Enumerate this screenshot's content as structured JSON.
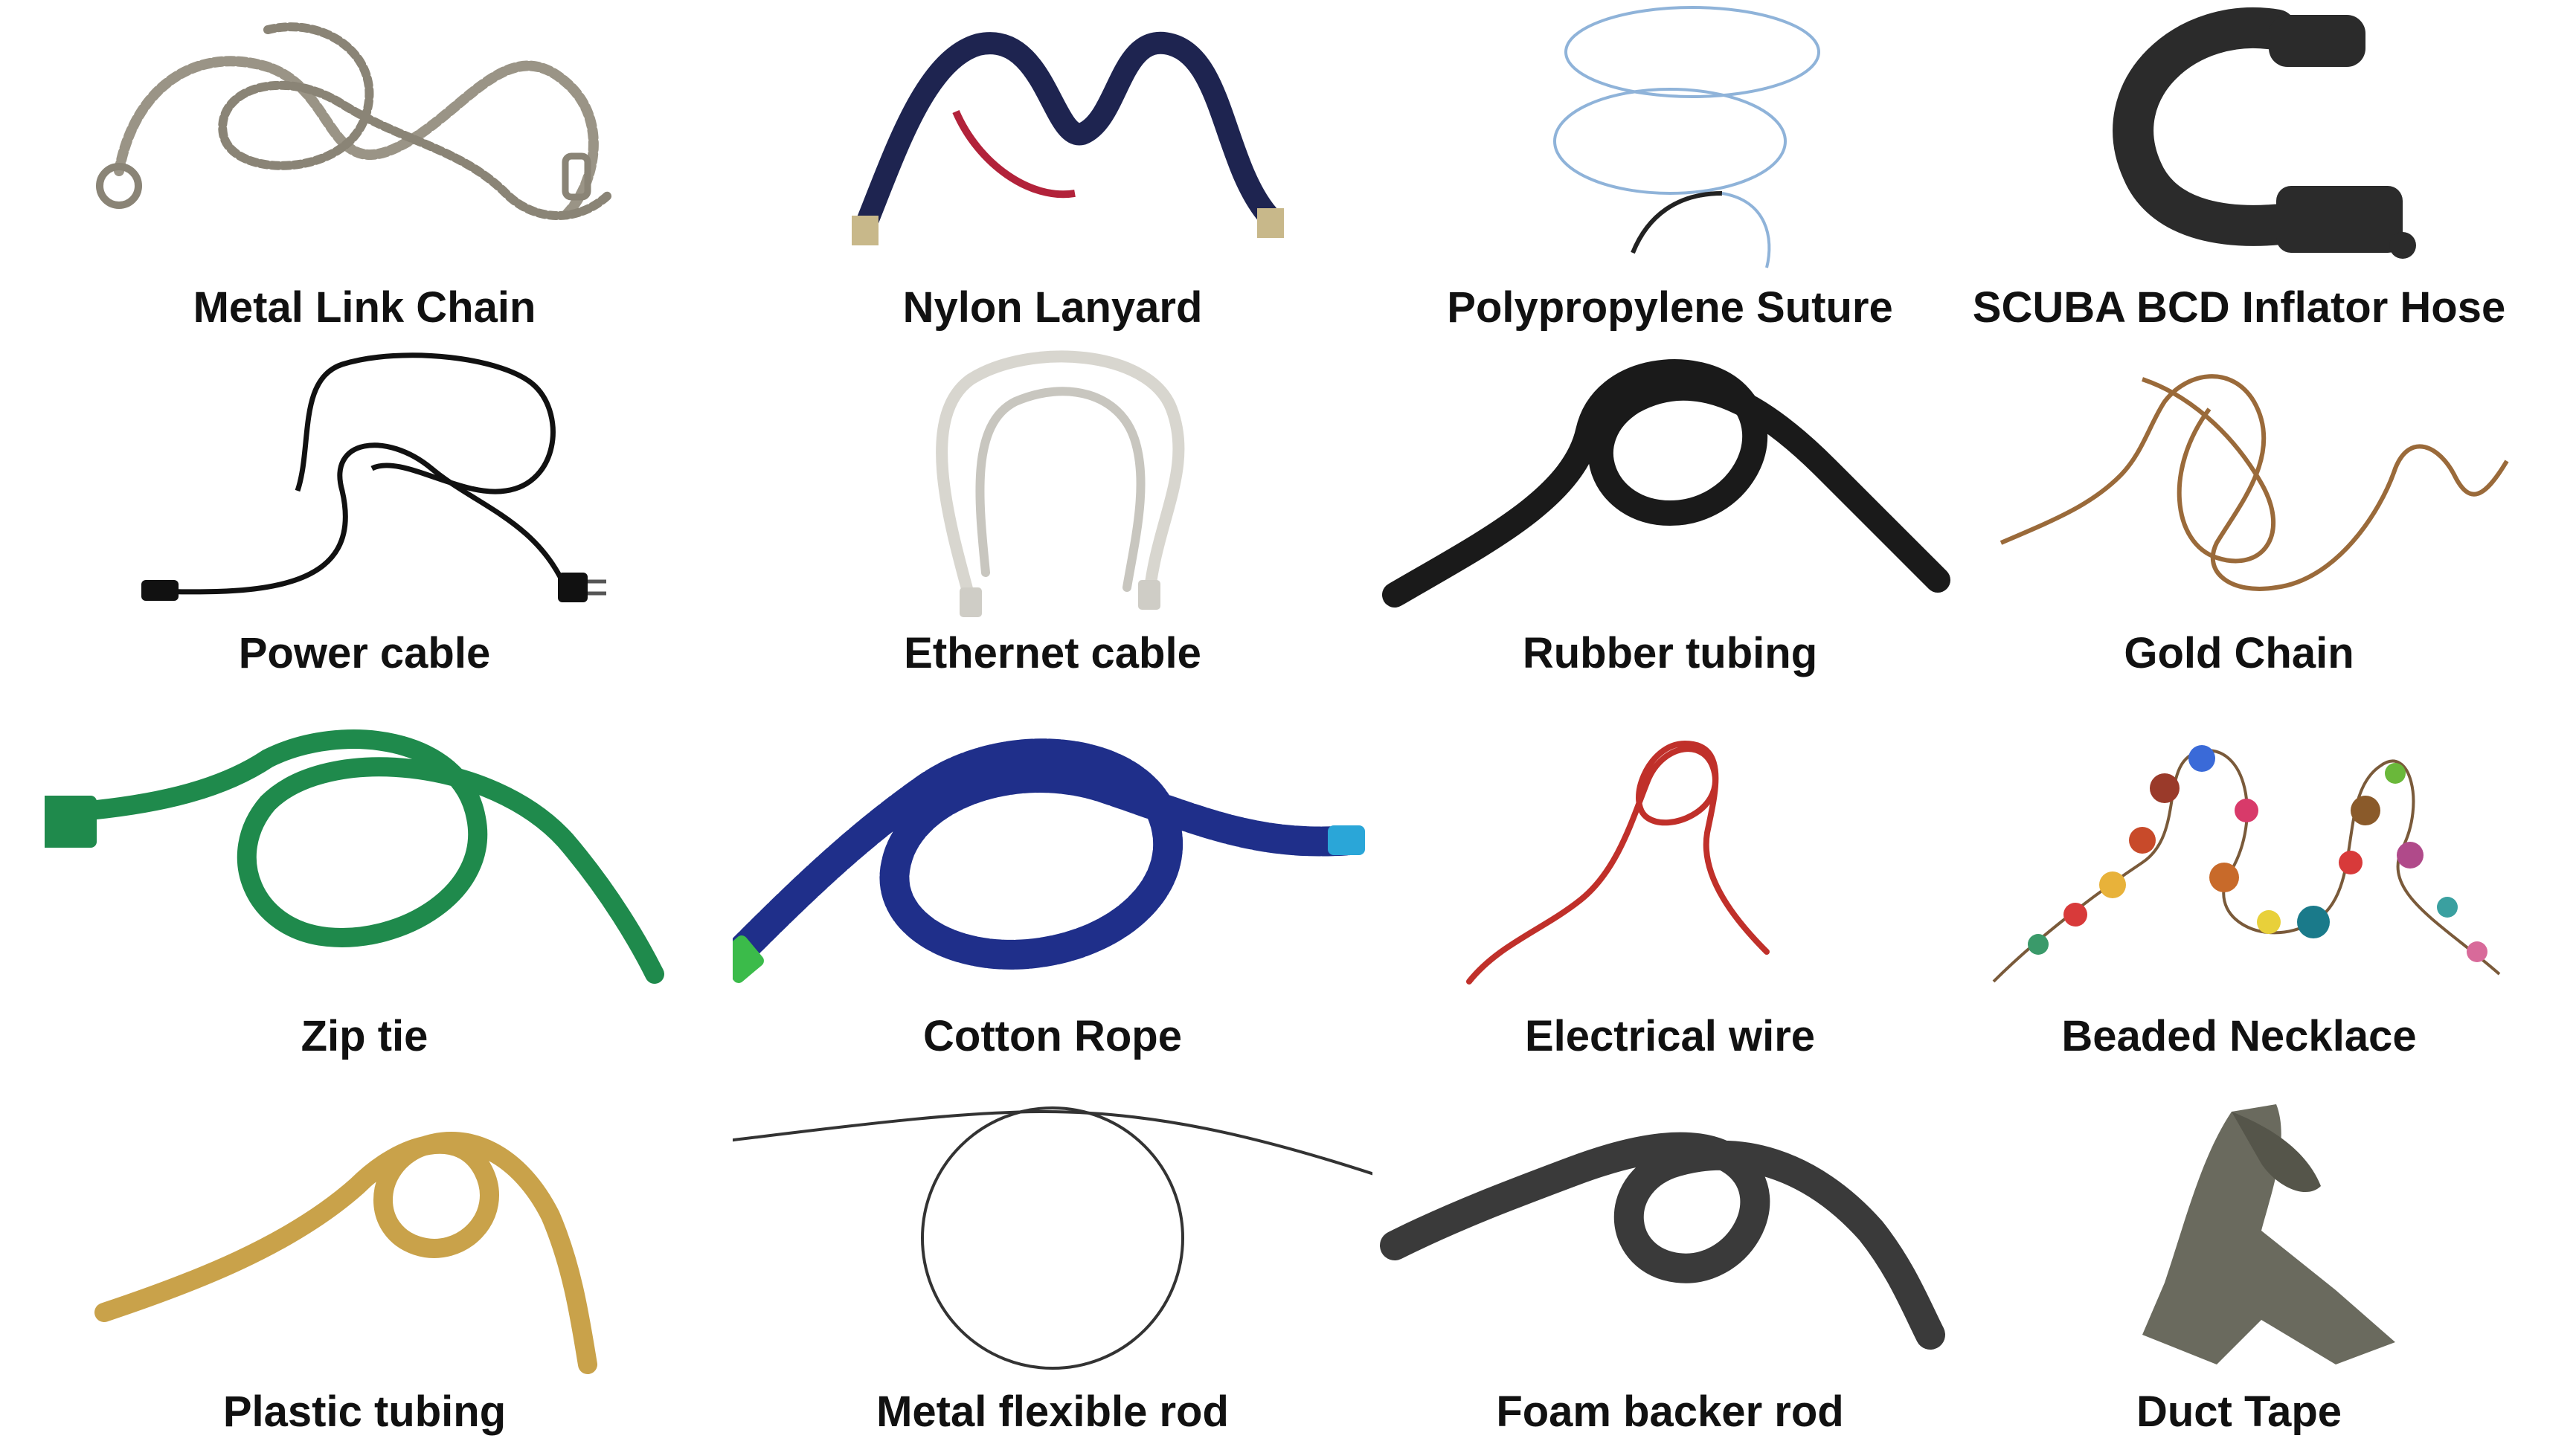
{
  "items": [
    {
      "label": "Metal Link Chain",
      "icon": "chain-icon"
    },
    {
      "label": "Nylon Lanyard",
      "icon": "lanyard-icon"
    },
    {
      "label": "Polypropylene Suture",
      "icon": "suture-icon"
    },
    {
      "label": "SCUBA BCD Inflator Hose",
      "icon": "hose-icon"
    },
    {
      "label": "Power cable",
      "icon": "power-cable-icon"
    },
    {
      "label": "Ethernet cable",
      "icon": "ethernet-cable-icon"
    },
    {
      "label": "Rubber tubing",
      "icon": "rubber-tubing-icon"
    },
    {
      "label": "Gold Chain",
      "icon": "gold-chain-icon"
    },
    {
      "label": "Zip tie",
      "icon": "zip-tie-icon"
    },
    {
      "label": "Cotton Rope",
      "icon": "rope-icon"
    },
    {
      "label": "Electrical wire",
      "icon": "wire-icon"
    },
    {
      "label": "Beaded Necklace",
      "icon": "necklace-icon"
    },
    {
      "label": "Plastic tubing",
      "icon": "plastic-tubing-icon"
    },
    {
      "label": "Metal flexible rod",
      "icon": "metal-rod-icon"
    },
    {
      "label": "Foam backer rod",
      "icon": "foam-rod-icon"
    },
    {
      "label": "Duct Tape",
      "icon": "duct-tape-icon"
    }
  ],
  "colors": {
    "chain": "#9a9486",
    "lanyard": "#1e2450",
    "suture": "#8fb3d9",
    "hose": "#2b2b2b",
    "power_cable": "#111111",
    "ethernet": "#d8d6cf",
    "rubber": "#1a1a1a",
    "gold": "#9a6a3a",
    "zip_tie": "#1f8a4c",
    "rope": "#1f2f8a",
    "wire": "#c0302a",
    "plastic": "#c9a24a",
    "metal_rod": "#333333",
    "foam": "#3a3a3a",
    "duct_tape": "#6a6a5e"
  }
}
